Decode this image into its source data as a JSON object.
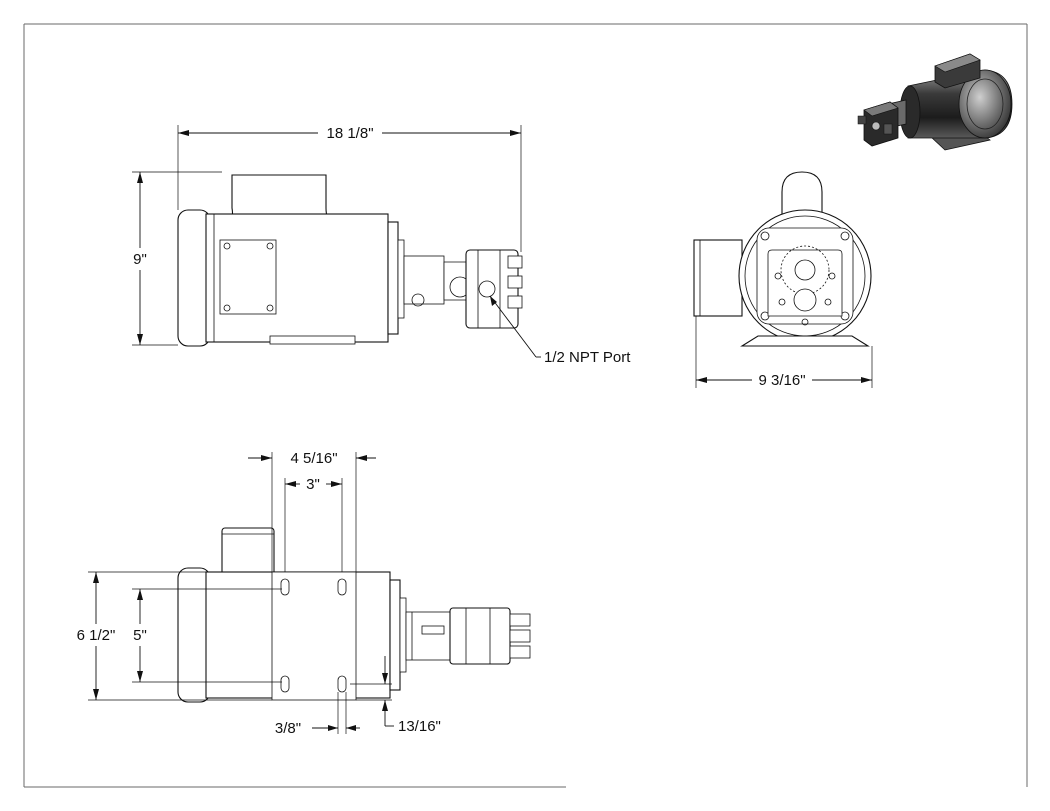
{
  "dimensions": {
    "overall_length": "18 1/8\"",
    "overall_height": "9\"",
    "base_width": "9 3/16\"",
    "foot_span_outer": "4 5/16\"",
    "foot_span_inner": "3\"",
    "foot_height_outer": "6 1/2\"",
    "foot_height_inner": "5\"",
    "slot_width": "3/8\"",
    "slot_offset": "13/16\""
  },
  "callouts": {
    "port": "1/2 NPT Port"
  },
  "views": [
    "side-view",
    "end-view",
    "bottom-view",
    "isometric-thumbnail"
  ]
}
